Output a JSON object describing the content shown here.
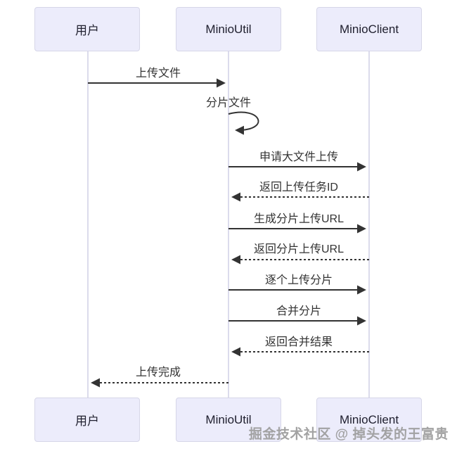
{
  "diagram": {
    "type": "sequence-diagram",
    "actors": [
      {
        "id": "user",
        "name": "用户"
      },
      {
        "id": "minioutil",
        "name": "MinioUtil"
      },
      {
        "id": "minioclient",
        "name": "MinioClient"
      }
    ],
    "messages": [
      {
        "from": "用户",
        "to": "MinioUtil",
        "label": "上传文件",
        "line": "solid"
      },
      {
        "from": "MinioUtil",
        "to": "MinioUtil",
        "label": "分片文件",
        "line": "self-loop"
      },
      {
        "from": "MinioUtil",
        "to": "MinioClient",
        "label": "申请大文件上传",
        "line": "solid"
      },
      {
        "from": "MinioClient",
        "to": "MinioUtil",
        "label": "返回上传任务ID",
        "line": "dashed"
      },
      {
        "from": "MinioUtil",
        "to": "MinioClient",
        "label": "生成分片上传URL",
        "line": "solid"
      },
      {
        "from": "MinioClient",
        "to": "MinioUtil",
        "label": "返回分片上传URL",
        "line": "dashed"
      },
      {
        "from": "MinioUtil",
        "to": "MinioClient",
        "label": "逐个上传分片",
        "line": "solid"
      },
      {
        "from": "MinioUtil",
        "to": "MinioClient",
        "label": "合并分片",
        "line": "solid"
      },
      {
        "from": "MinioClient",
        "to": "MinioUtil",
        "label": "返回合并结果",
        "line": "dashed"
      },
      {
        "from": "MinioUtil",
        "to": "用户",
        "label": "上传完成",
        "line": "dashed"
      }
    ],
    "watermark": "掘金技术社区 @ 掉头发的王富贵",
    "colors": {
      "actor_fill": "#ececfb",
      "actor_border": "#d6d6e8",
      "lifeline": "#d2d2e8",
      "arrow": "#333333",
      "label_text": "#333333",
      "watermark_text": "#9c9c9c",
      "background": "#ffffff"
    }
  }
}
